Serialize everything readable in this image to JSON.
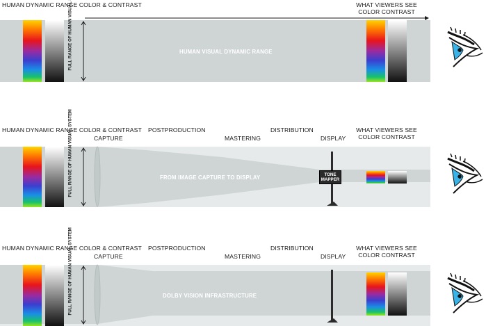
{
  "labels": {
    "human_range": "HUMAN DYNAMIC RANGE COLOR & CONTRAST",
    "viewers_see": "WHAT VIEWERS SEE COLOR CONTRAST",
    "full_range": "FULL RANGE OF HUMAN VISUAL SYSTEM",
    "capture": "CAPTURE",
    "postproduction": "POSTPRODUCTION",
    "mastering": "MASTERING",
    "distribution": "DISTRIBUTION",
    "display": "DISPLAY",
    "tone_mapper": "TONE MAPPER"
  },
  "panels": [
    {
      "band_text": "HUMAN VISUAL DYNAMIC RANGE"
    },
    {
      "band_text": "FROM IMAGE CAPTURE TO DISPLAY"
    },
    {
      "band_text": "DOLBY VISION INFRASTRUCTURE"
    }
  ],
  "colors": {
    "band": "#cfd5d5",
    "band_light": "#e6eaea",
    "spectrum": [
      "#ffd400",
      "#ff7a00",
      "#e8141c",
      "#9a2ba0",
      "#3b3fcf",
      "#1a8ee6",
      "#19c26a",
      "#9be31d"
    ],
    "eye_iris": "#3ab4e8"
  }
}
